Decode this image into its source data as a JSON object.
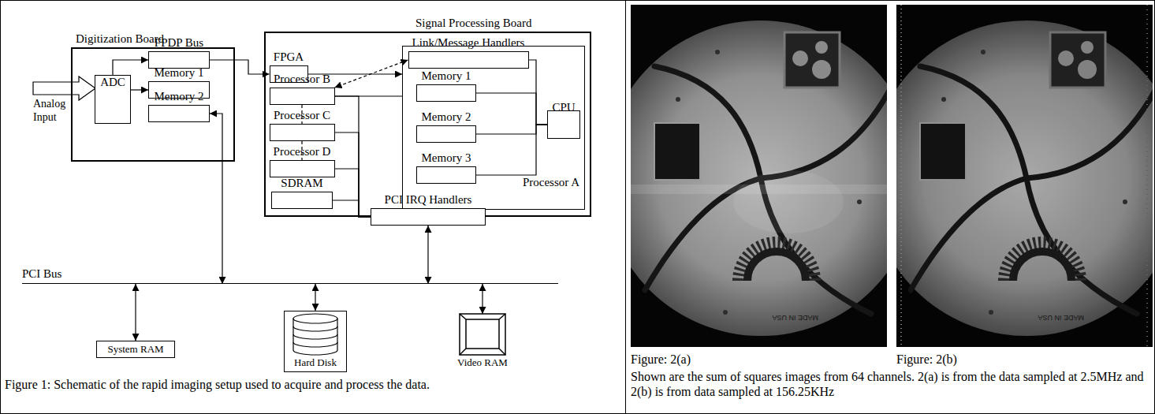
{
  "diagram": {
    "caption": "Figure 1: Schematic of the rapid imaging setup used to acquire and process the data.",
    "nodes": [
      {
        "text": [
          "Digitization Board"
        ]
      },
      {
        "text": [
          "ADC"
        ],
        "in": 0
      },
      {
        "text": [
          "FPDP Bus"
        ],
        "in": 0
      },
      {
        "text": [
          "Memory 1"
        ],
        "in": 0
      },
      {
        "text": [
          "Memory 2"
        ],
        "in": 0
      },
      {
        "text": [
          "Signal Processing Board"
        ]
      },
      {
        "text": [
          "FPGA"
        ],
        "in": 5
      },
      {
        "text": [
          "Processor B"
        ],
        "in": 5
      },
      {
        "text": [
          "Processor C"
        ],
        "in": 5
      },
      {
        "text": [
          "Processor D"
        ],
        "in": 5
      },
      {
        "text": [
          "SDRAM"
        ],
        "in": 5
      },
      {
        "text": [
          "Processor A"
        ],
        "in": 5
      },
      {
        "text": [
          "Link/Message Handlers"
        ],
        "in": 11
      },
      {
        "text": [
          "Memory 1"
        ],
        "in": 11
      },
      {
        "text": [
          "Memory 2"
        ],
        "in": 11
      },
      {
        "text": [
          "Memory 3"
        ],
        "in": 11
      },
      {
        "text": [
          "CPU"
        ],
        "in": 11
      },
      {
        "text": [
          "PCI IRQ Handlers"
        ],
        "in": 5
      },
      {
        "text": [
          "PCI Bus"
        ]
      },
      {
        "text": [
          "System RAM"
        ]
      },
      {
        "text": [
          "Hard Disk"
        ]
      },
      {
        "text": [
          "Video RAM"
        ]
      }
    ],
    "edges": [
      {
        "from": 1,
        "to": 2,
        "arrow": "to"
      },
      {
        "from": 1,
        "to": 3,
        "arrow": "to"
      },
      {
        "from": 2,
        "to": 6,
        "arrow": "to"
      },
      {
        "from": 6,
        "to": 11,
        "arrow": "to"
      },
      {
        "from": 7,
        "to": 11,
        "arrow": "none"
      },
      {
        "from": 7,
        "to": 8,
        "arrow": "none"
      },
      {
        "from": 8,
        "to": 9,
        "arrow": "none"
      },
      {
        "from": 12,
        "to": 7,
        "arrow": "both"
      },
      {
        "from": 8,
        "to": 17,
        "arrow": "none"
      },
      {
        "from": 9,
        "to": 17,
        "arrow": "none"
      },
      {
        "from": 10,
        "to": 17,
        "arrow": "none"
      },
      {
        "from": 7,
        "to": 17,
        "arrow": "none"
      },
      {
        "from": 12,
        "to": 16,
        "arrow": "none"
      },
      {
        "from": 13,
        "to": 16,
        "arrow": "none"
      },
      {
        "from": 14,
        "to": 16,
        "arrow": "none"
      },
      {
        "from": 15,
        "to": 16,
        "arrow": "none"
      },
      {
        "from": 4,
        "to": 18,
        "arrow": "both"
      },
      {
        "from": 17,
        "to": 18,
        "arrow": "both"
      },
      {
        "from": 18,
        "to": 19,
        "arrow": "both"
      },
      {
        "from": 18,
        "to": 20,
        "arrow": "both"
      },
      {
        "from": 18,
        "to": 21,
        "arrow": "both"
      }
    ],
    "labels": [
      "Analog Input",
      "Figure: 2(a)",
      "Figure: 2(b)",
      "Shown are the sum of squares images from 64 channels. 2(a) is from the data sampled at 2.5MHz and 2(b) is from data sampled at 156.25KHz",
      "MADE IN USA",
      "MADE IN USA"
    ]
  }
}
